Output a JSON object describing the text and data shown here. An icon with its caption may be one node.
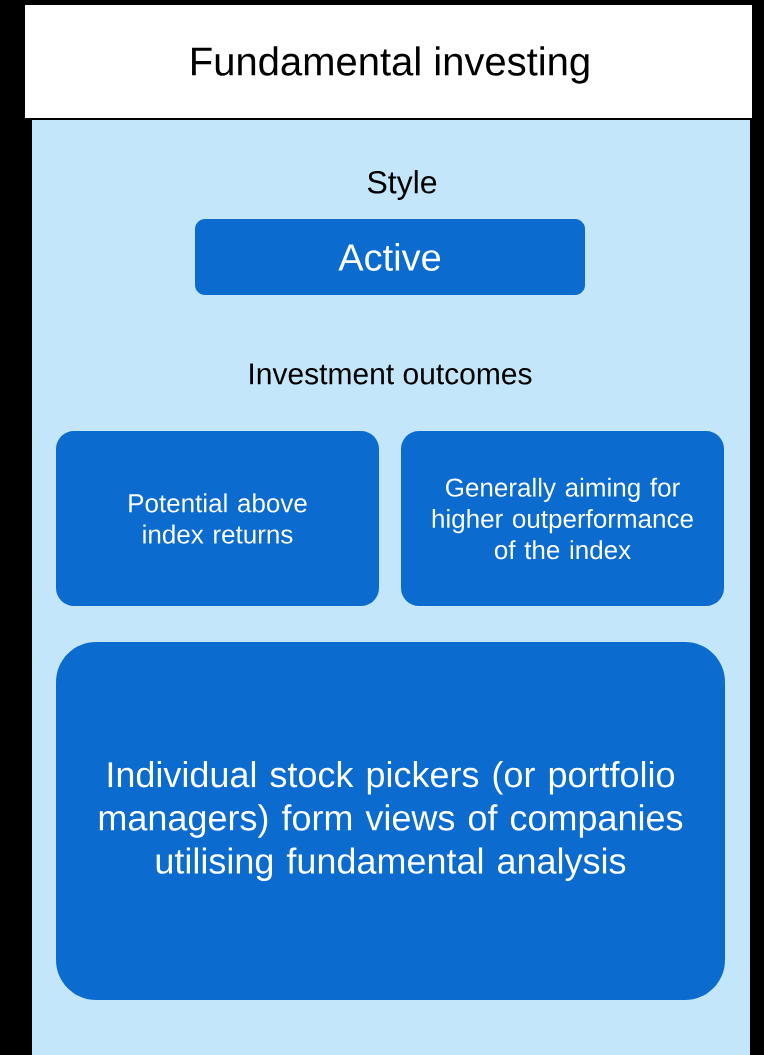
{
  "diagram": {
    "title": "Fundamental investing",
    "nodes": [
      {
        "text": [
          "Active"
        ]
      },
      {
        "text": [
          "Potential above index returns"
        ]
      },
      {
        "text": [
          "Generally aiming for higher outperformance of the index"
        ]
      },
      {
        "text": [
          "Individual stock pickers (or portfolio managers) form views of companies utilising fundamental analysis"
        ]
      }
    ],
    "labels": [
      "Style",
      "Investment outcomes"
    ]
  }
}
